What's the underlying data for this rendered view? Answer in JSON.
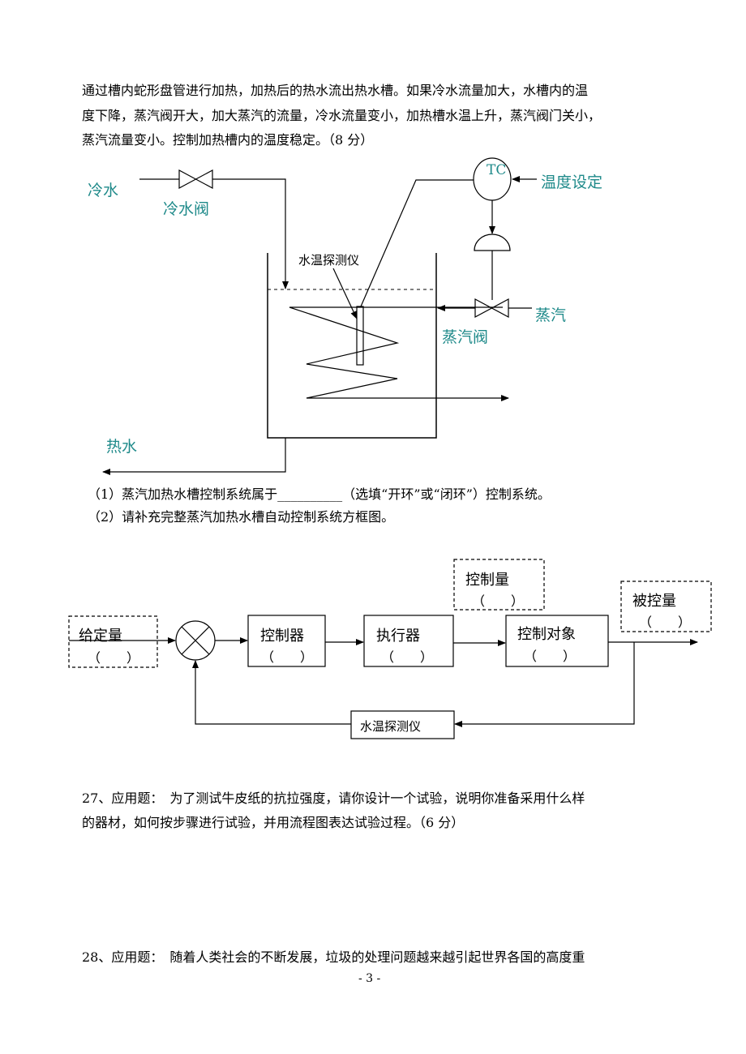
{
  "paragraph_intro": [
    "通过槽内蛇形盘管进行加热，加热后的热水流出热水槽。如果冷水流量加大，水槽内的温",
    "度下降，蒸汽阀开大，加大蒸汽的流量，冷水流量变小，加热槽水温上升，蒸汽阀门关小，",
    "蒸汽流量变小。控制加热槽内的温度稳定。（8 分）"
  ],
  "process_diagram": {
    "cold_water": "冷水",
    "cold_water_valve": "冷水阀",
    "probe": "水温探测仪",
    "tc": "TC",
    "temp_setting": "温度设定",
    "steam": "蒸汽",
    "steam_valve": "蒸汽阀",
    "hot_water": "热水"
  },
  "questions": {
    "q1": "（1）蒸汽加热水槽控制系统属于__________（选填“开环”或“闭环”）控制系统。",
    "q2": "（2）请补充完整蒸汽加热水槽自动控制系统方框图。"
  },
  "block_diagram": {
    "given": "给定量",
    "controller": "控制器",
    "actuator": "执行器",
    "control_quantity": "控制量",
    "controlled_object": "控制对象",
    "controlled_quantity": "被控量",
    "sensor": "水温探测仪",
    "blank": "（　　）"
  },
  "q27": [
    "27、应用题：　为了测试牛皮纸的抗拉强度，请你设计一个试验，说明你准备采用什么样",
    "的器材，如何按步骤进行试验，并用流程图表达试验过程。（6 分）"
  ],
  "q28": "28、应用题：　随着人类社会的不断发展，垃圾的处理问题越来越引起世界各国的高度重",
  "page_number": "- 3 -"
}
